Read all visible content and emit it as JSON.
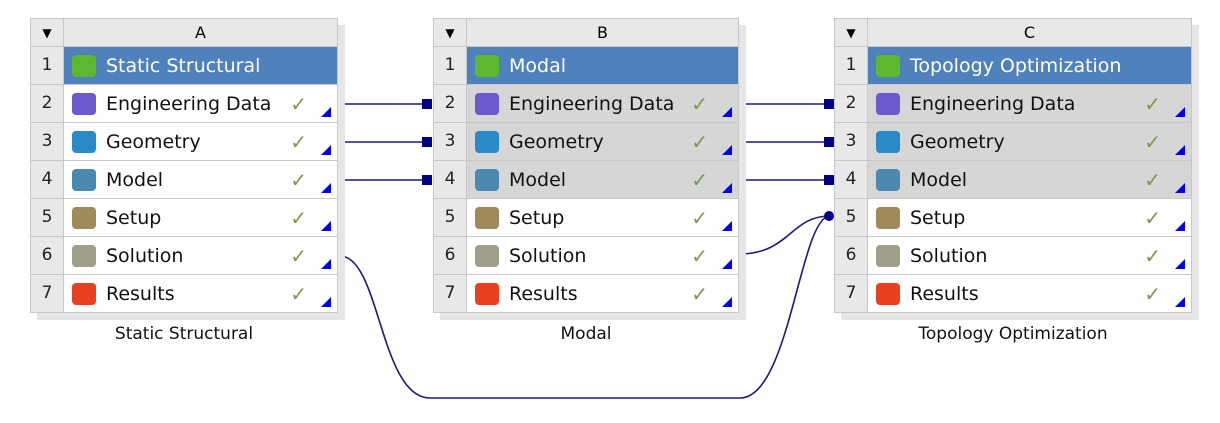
{
  "systems": [
    {
      "col": "A",
      "caption": "Static Structural",
      "rows": [
        {
          "n": "1",
          "label": "Static Structural",
          "icon": "static-structural-icon"
        },
        {
          "n": "2",
          "label": "Engineering Data",
          "icon": "engineering-data-icon"
        },
        {
          "n": "3",
          "label": "Geometry",
          "icon": "geometry-icon"
        },
        {
          "n": "4",
          "label": "Model",
          "icon": "model-icon"
        },
        {
          "n": "5",
          "label": "Setup",
          "icon": "setup-icon"
        },
        {
          "n": "6",
          "label": "Solution",
          "icon": "solution-icon"
        },
        {
          "n": "7",
          "label": "Results",
          "icon": "results-icon"
        }
      ]
    },
    {
      "col": "B",
      "caption": "Modal",
      "rows": [
        {
          "n": "1",
          "label": "Modal",
          "icon": "modal-icon"
        },
        {
          "n": "2",
          "label": "Engineering Data",
          "icon": "engineering-data-icon"
        },
        {
          "n": "3",
          "label": "Geometry",
          "icon": "geometry-icon"
        },
        {
          "n": "4",
          "label": "Model",
          "icon": "model-icon"
        },
        {
          "n": "5",
          "label": "Setup",
          "icon": "setup-icon"
        },
        {
          "n": "6",
          "label": "Solution",
          "icon": "solution-icon"
        },
        {
          "n": "7",
          "label": "Results",
          "icon": "results-icon"
        }
      ]
    },
    {
      "col": "C",
      "caption": "Topology Optimization",
      "rows": [
        {
          "n": "1",
          "label": "Topology Optimization",
          "icon": "topology-optimization-icon"
        },
        {
          "n": "2",
          "label": "Engineering Data",
          "icon": "engineering-data-icon"
        },
        {
          "n": "3",
          "label": "Geometry",
          "icon": "geometry-icon"
        },
        {
          "n": "4",
          "label": "Model",
          "icon": "model-icon"
        },
        {
          "n": "5",
          "label": "Setup",
          "icon": "setup-icon"
        },
        {
          "n": "6",
          "label": "Solution",
          "icon": "solution-icon"
        },
        {
          "n": "7",
          "label": "Results",
          "icon": "results-icon"
        }
      ]
    }
  ],
  "check_glyph": "✓",
  "toggle_glyph": "▼",
  "colors": {
    "title": "#4f81bd",
    "link": "#1a1a7a",
    "status_ok": "#7a9a4a"
  }
}
